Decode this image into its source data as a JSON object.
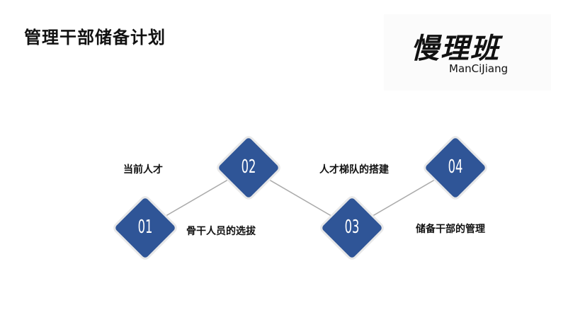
{
  "title": "管理干部储备计划",
  "logo": {
    "chinese": "慢理班",
    "english": "ManCiJiang"
  },
  "accent": "#2f5597",
  "steps": [
    {
      "num": "01",
      "label": "骨干人员的选拔"
    },
    {
      "num": "02",
      "label": "当前人才"
    },
    {
      "num": "03",
      "label": "储备干部的管理"
    },
    {
      "num": "04",
      "label": "人才梯队的搭建"
    }
  ]
}
